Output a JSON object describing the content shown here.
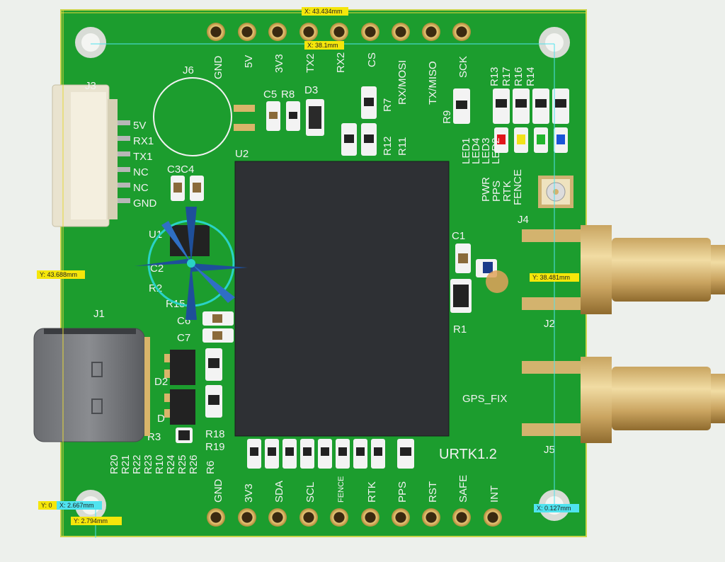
{
  "board": {
    "name": "URTK1.2",
    "top_pins": [
      "GND",
      "5V",
      "3V3",
      "TX2",
      "RX2",
      "CS",
      "RX/MOSI",
      "TX/MISO",
      "SCK"
    ],
    "bottom_pins": [
      "GND",
      "3V3",
      "SDA",
      "SCL",
      "FENCE",
      "RTK",
      "PPS",
      "RST",
      "SAFE",
      "INT"
    ],
    "j3_pins": [
      "5V",
      "RX1",
      "TX1",
      "NC",
      "NC",
      "GND"
    ],
    "led_labels": [
      "LED1",
      "LED4",
      "LED3",
      "LED2"
    ],
    "led_status": [
      "PWR",
      "PPS",
      "RTK",
      "FENCE"
    ],
    "led_resistors": [
      "R13",
      "R17",
      "R16",
      "R14"
    ],
    "designators": {
      "j1": "J1",
      "j2": "J2",
      "j3": "J3",
      "j4": "J4",
      "j5": "J5",
      "j6": "J6",
      "u1": "U1",
      "u2": "U2",
      "c1": "C1",
      "c2": "C2",
      "c3c4": "C3C4",
      "c5": "C5",
      "c6": "C6",
      "c7": "C7",
      "r1": "R1",
      "r2": "R2",
      "r3": "R3",
      "r7": "R7",
      "r8": "R8",
      "r9": "R9",
      "r11": "R11",
      "r12": "R12",
      "r15": "R15",
      "r18": "R18",
      "r19": "R19",
      "d1": "D",
      "d2": "D2",
      "d3": "D3"
    },
    "bottom_left_resistors": [
      "R20",
      "R21",
      "R22",
      "R23",
      "R10",
      "R24",
      "R25",
      "R26",
      "R6"
    ],
    "gps_fix": "GPS_FIX"
  },
  "measurements": {
    "x_total": "X: 43.434mm",
    "x_holes": "X: 38.1mm",
    "y_total": "Y: 43.688mm",
    "y_holes": "Y: 38.481mm",
    "y_small": "Y: 0",
    "x_small": "X: 2.667mm",
    "y_bottom": "Y: 2.794mm",
    "x_right": "X: 0.127mm"
  },
  "colors": {
    "pcb": "#1a9a2c",
    "pcb_edge": "#138022",
    "pad_gold": "#d9b56a",
    "chip": "#2d2f33",
    "sma_gold": "#d3b36e",
    "led_red": "#e0161a",
    "led_yellow": "#f2e21a",
    "led_green": "#22b52e",
    "led_blue": "#1a55d8"
  }
}
